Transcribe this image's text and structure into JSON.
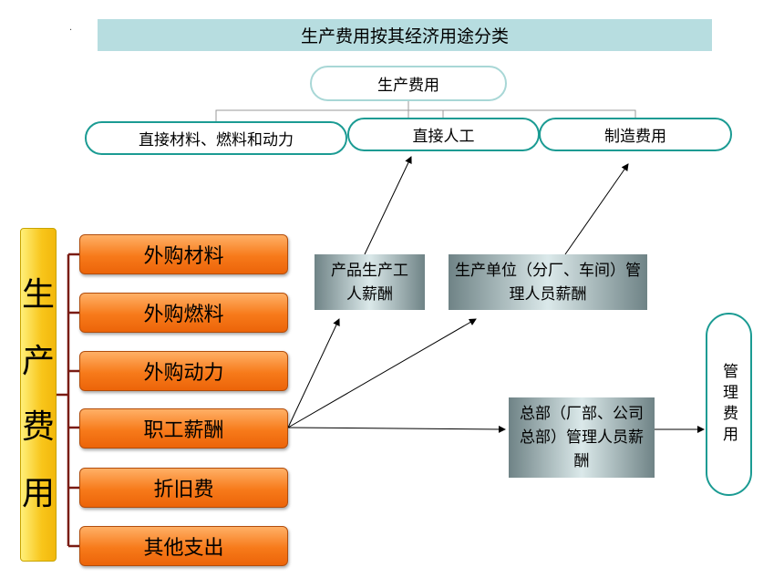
{
  "title": "生产费用按其经济用途分类",
  "top_node": "生产费用",
  "categories": [
    {
      "label": "直接材料、燃料和动力"
    },
    {
      "label": "直接人工"
    },
    {
      "label": "制造费用"
    }
  ],
  "side_label": [
    "生",
    "产",
    "费",
    "用"
  ],
  "items": [
    {
      "label": "外购材料"
    },
    {
      "label": "外购燃料"
    },
    {
      "label": "外购动力"
    },
    {
      "label": "职工薪酬"
    },
    {
      "label": "折旧费"
    },
    {
      "label": "其他支出"
    }
  ],
  "salary_targets": {
    "production": "产品生产工人薪酬",
    "unit": "生产单位（分厂、车间）管理人员薪酬",
    "hq": "总部（厂部、公司总部）管理人员薪酬"
  },
  "management_expense": "管理费用",
  "colors": {
    "title_bg": "#b7dde0",
    "teal_border": "#1b9b93",
    "orange": "#f77a1a",
    "yellow": "#f8c51a",
    "tree_line": "#7a1c14"
  }
}
